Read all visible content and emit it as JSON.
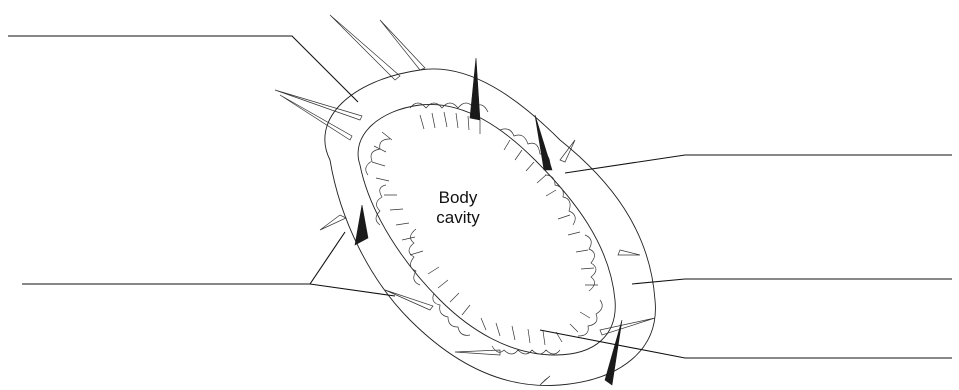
{
  "diagram": {
    "center_label_line1": "Body",
    "center_label_line2": "cavity"
  },
  "leader_lines": [
    {
      "name": "leader-top-left"
    },
    {
      "name": "leader-right-upper"
    },
    {
      "name": "leader-bottom-left"
    },
    {
      "name": "leader-right-middle"
    },
    {
      "name": "leader-right-lower"
    }
  ]
}
